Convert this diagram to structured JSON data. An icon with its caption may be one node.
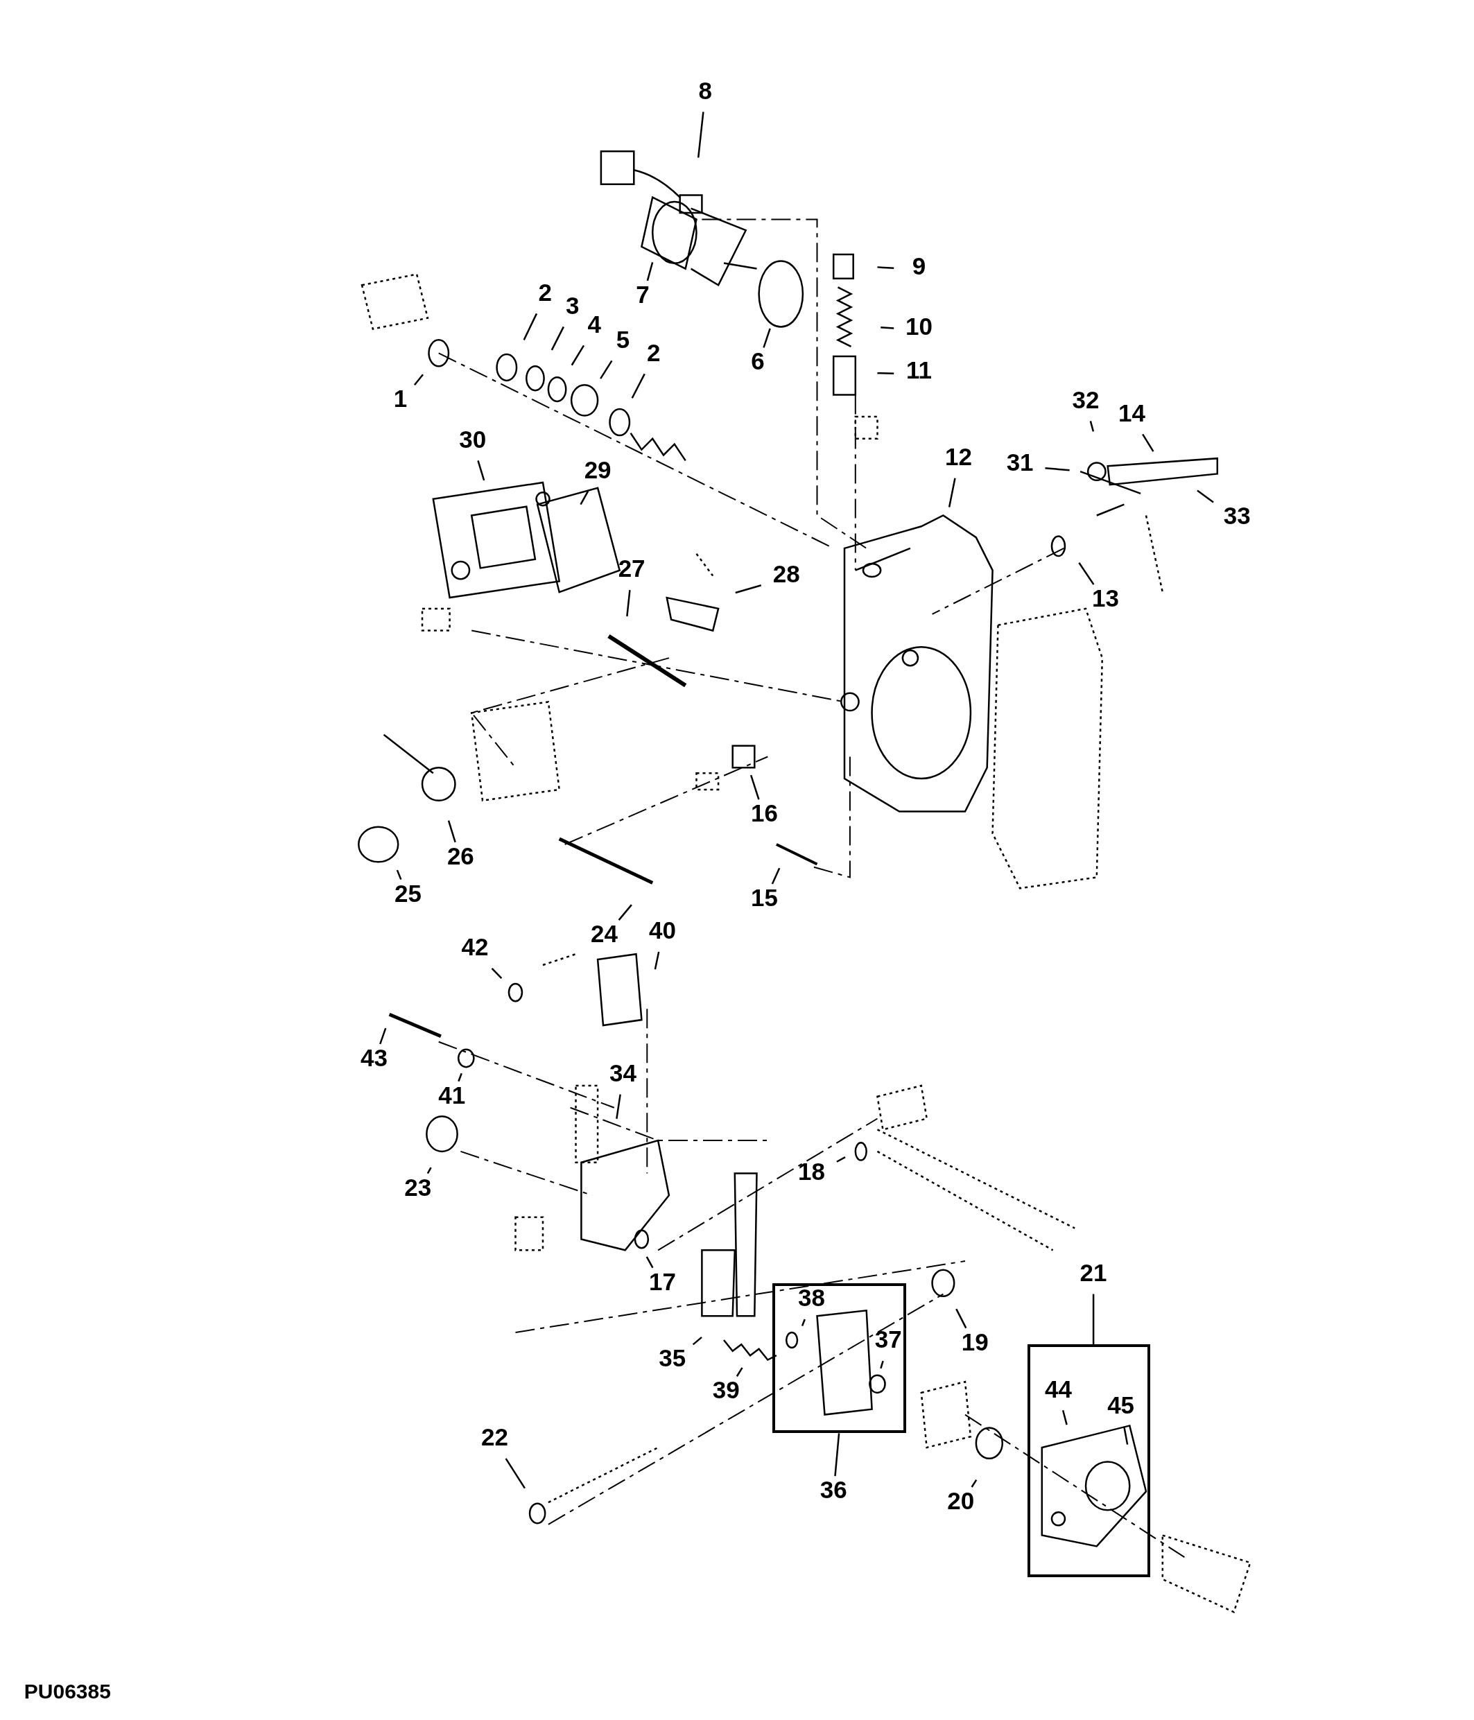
{
  "diagram": {
    "nodes": [
      {
        "text": [
          "8"
        ]
      },
      {
        "text": [
          "9"
        ]
      },
      {
        "text": [
          "2"
        ]
      },
      {
        "text": [
          "3"
        ]
      },
      {
        "text": [
          "7"
        ]
      },
      {
        "text": [
          "4"
        ]
      },
      {
        "text": [
          "10"
        ]
      },
      {
        "text": [
          "5"
        ]
      },
      {
        "text": [
          "2"
        ]
      },
      {
        "text": [
          "6"
        ]
      },
      {
        "text": [
          "11"
        ]
      },
      {
        "text": [
          "1"
        ]
      },
      {
        "text": [
          "32"
        ]
      },
      {
        "text": [
          "14"
        ]
      },
      {
        "text": [
          "30"
        ]
      },
      {
        "text": [
          "12"
        ]
      },
      {
        "text": [
          "31"
        ]
      },
      {
        "text": [
          "29"
        ]
      },
      {
        "text": [
          "33"
        ]
      },
      {
        "text": [
          "27"
        ]
      },
      {
        "text": [
          "28"
        ]
      },
      {
        "text": [
          "13"
        ]
      },
      {
        "text": [
          "16"
        ]
      },
      {
        "text": [
          "26"
        ]
      },
      {
        "text": [
          "25"
        ]
      },
      {
        "text": [
          "15"
        ]
      },
      {
        "text": [
          "24"
        ]
      },
      {
        "text": [
          "40"
        ]
      },
      {
        "text": [
          "42"
        ]
      },
      {
        "text": [
          "43"
        ]
      },
      {
        "text": [
          "34"
        ]
      },
      {
        "text": [
          "41"
        ]
      },
      {
        "text": [
          "18"
        ]
      },
      {
        "text": [
          "23"
        ]
      },
      {
        "text": [
          "21"
        ]
      },
      {
        "text": [
          "17"
        ]
      },
      {
        "text": [],
        "shape": "box"
      },
      {
        "text": [
          "38"
        ],
        "in": 36
      },
      {
        "text": [
          "37"
        ],
        "in": 36
      },
      {
        "text": [
          "19"
        ]
      },
      {
        "text": [
          "35"
        ]
      },
      {
        "text": [
          "39"
        ]
      },
      {
        "text": [],
        "shape": "box"
      },
      {
        "text": [
          "44"
        ],
        "in": 42
      },
      {
        "text": [
          "45"
        ],
        "in": 42
      },
      {
        "text": [
          "22"
        ]
      },
      {
        "text": [
          "36"
        ]
      },
      {
        "text": [
          "20"
        ]
      }
    ],
    "edges": [
      {
        "from": 0,
        "to": null,
        "arrow": "none"
      },
      {
        "from": 1,
        "to": null,
        "arrow": "none"
      },
      {
        "from": 2,
        "to": null,
        "arrow": "none"
      },
      {
        "from": 3,
        "to": null,
        "arrow": "none"
      },
      {
        "from": 4,
        "to": null,
        "arrow": "none"
      },
      {
        "from": 5,
        "to": null,
        "arrow": "none"
      },
      {
        "from": 6,
        "to": null,
        "arrow": "none"
      },
      {
        "from": 7,
        "to": null,
        "arrow": "none"
      },
      {
        "from": 8,
        "to": null,
        "arrow": "none"
      },
      {
        "from": 9,
        "to": null,
        "arrow": "none"
      },
      {
        "from": 10,
        "to": null,
        "arrow": "none"
      },
      {
        "from": 11,
        "to": null,
        "arrow": "none"
      },
      {
        "from": 12,
        "to": null,
        "arrow": "none"
      },
      {
        "from": 13,
        "to": null,
        "arrow": "none"
      },
      {
        "from": 14,
        "to": null,
        "arrow": "none"
      },
      {
        "from": 15,
        "to": null,
        "arrow": "none"
      },
      {
        "from": 16,
        "to": null,
        "arrow": "none"
      },
      {
        "from": 17,
        "to": null,
        "arrow": "none"
      },
      {
        "from": 18,
        "to": null,
        "arrow": "none"
      },
      {
        "from": 19,
        "to": null,
        "arrow": "none"
      },
      {
        "from": 20,
        "to": null,
        "arrow": "none"
      },
      {
        "from": 21,
        "to": null,
        "arrow": "none"
      },
      {
        "from": 22,
        "to": null,
        "arrow": "none"
      },
      {
        "from": 23,
        "to": null,
        "arrow": "none"
      },
      {
        "from": 24,
        "to": null,
        "arrow": "none"
      },
      {
        "from": 25,
        "to": null,
        "arrow": "none"
      },
      {
        "from": 26,
        "to": null,
        "arrow": "none"
      },
      {
        "from": 27,
        "to": null,
        "arrow": "none"
      },
      {
        "from": 28,
        "to": null,
        "arrow": "none"
      },
      {
        "from": 29,
        "to": null,
        "arrow": "none"
      },
      {
        "from": 30,
        "to": null,
        "arrow": "none"
      },
      {
        "from": 31,
        "to": null,
        "arrow": "none"
      },
      {
        "from": 32,
        "to": null,
        "arrow": "none"
      },
      {
        "from": 33,
        "to": null,
        "arrow": "none"
      },
      {
        "from": 34,
        "to": 42,
        "arrow": "none"
      },
      {
        "from": 35,
        "to": null,
        "arrow": "none"
      },
      {
        "from": 37,
        "to": null,
        "arrow": "none"
      },
      {
        "from": 38,
        "to": null,
        "arrow": "none"
      },
      {
        "from": 39,
        "to": null,
        "arrow": "none"
      },
      {
        "from": 40,
        "to": null,
        "arrow": "none"
      },
      {
        "from": 41,
        "to": null,
        "arrow": "none"
      },
      {
        "from": 43,
        "to": null,
        "arrow": "none"
      },
      {
        "from": 44,
        "to": null,
        "arrow": "none"
      },
      {
        "from": 45,
        "to": null,
        "arrow": "none"
      },
      {
        "from": 46,
        "to": 36,
        "arrow": "none"
      },
      {
        "from": 47,
        "to": null,
        "arrow": "none"
      }
    ],
    "labels": [
      "PU06385"
    ]
  }
}
